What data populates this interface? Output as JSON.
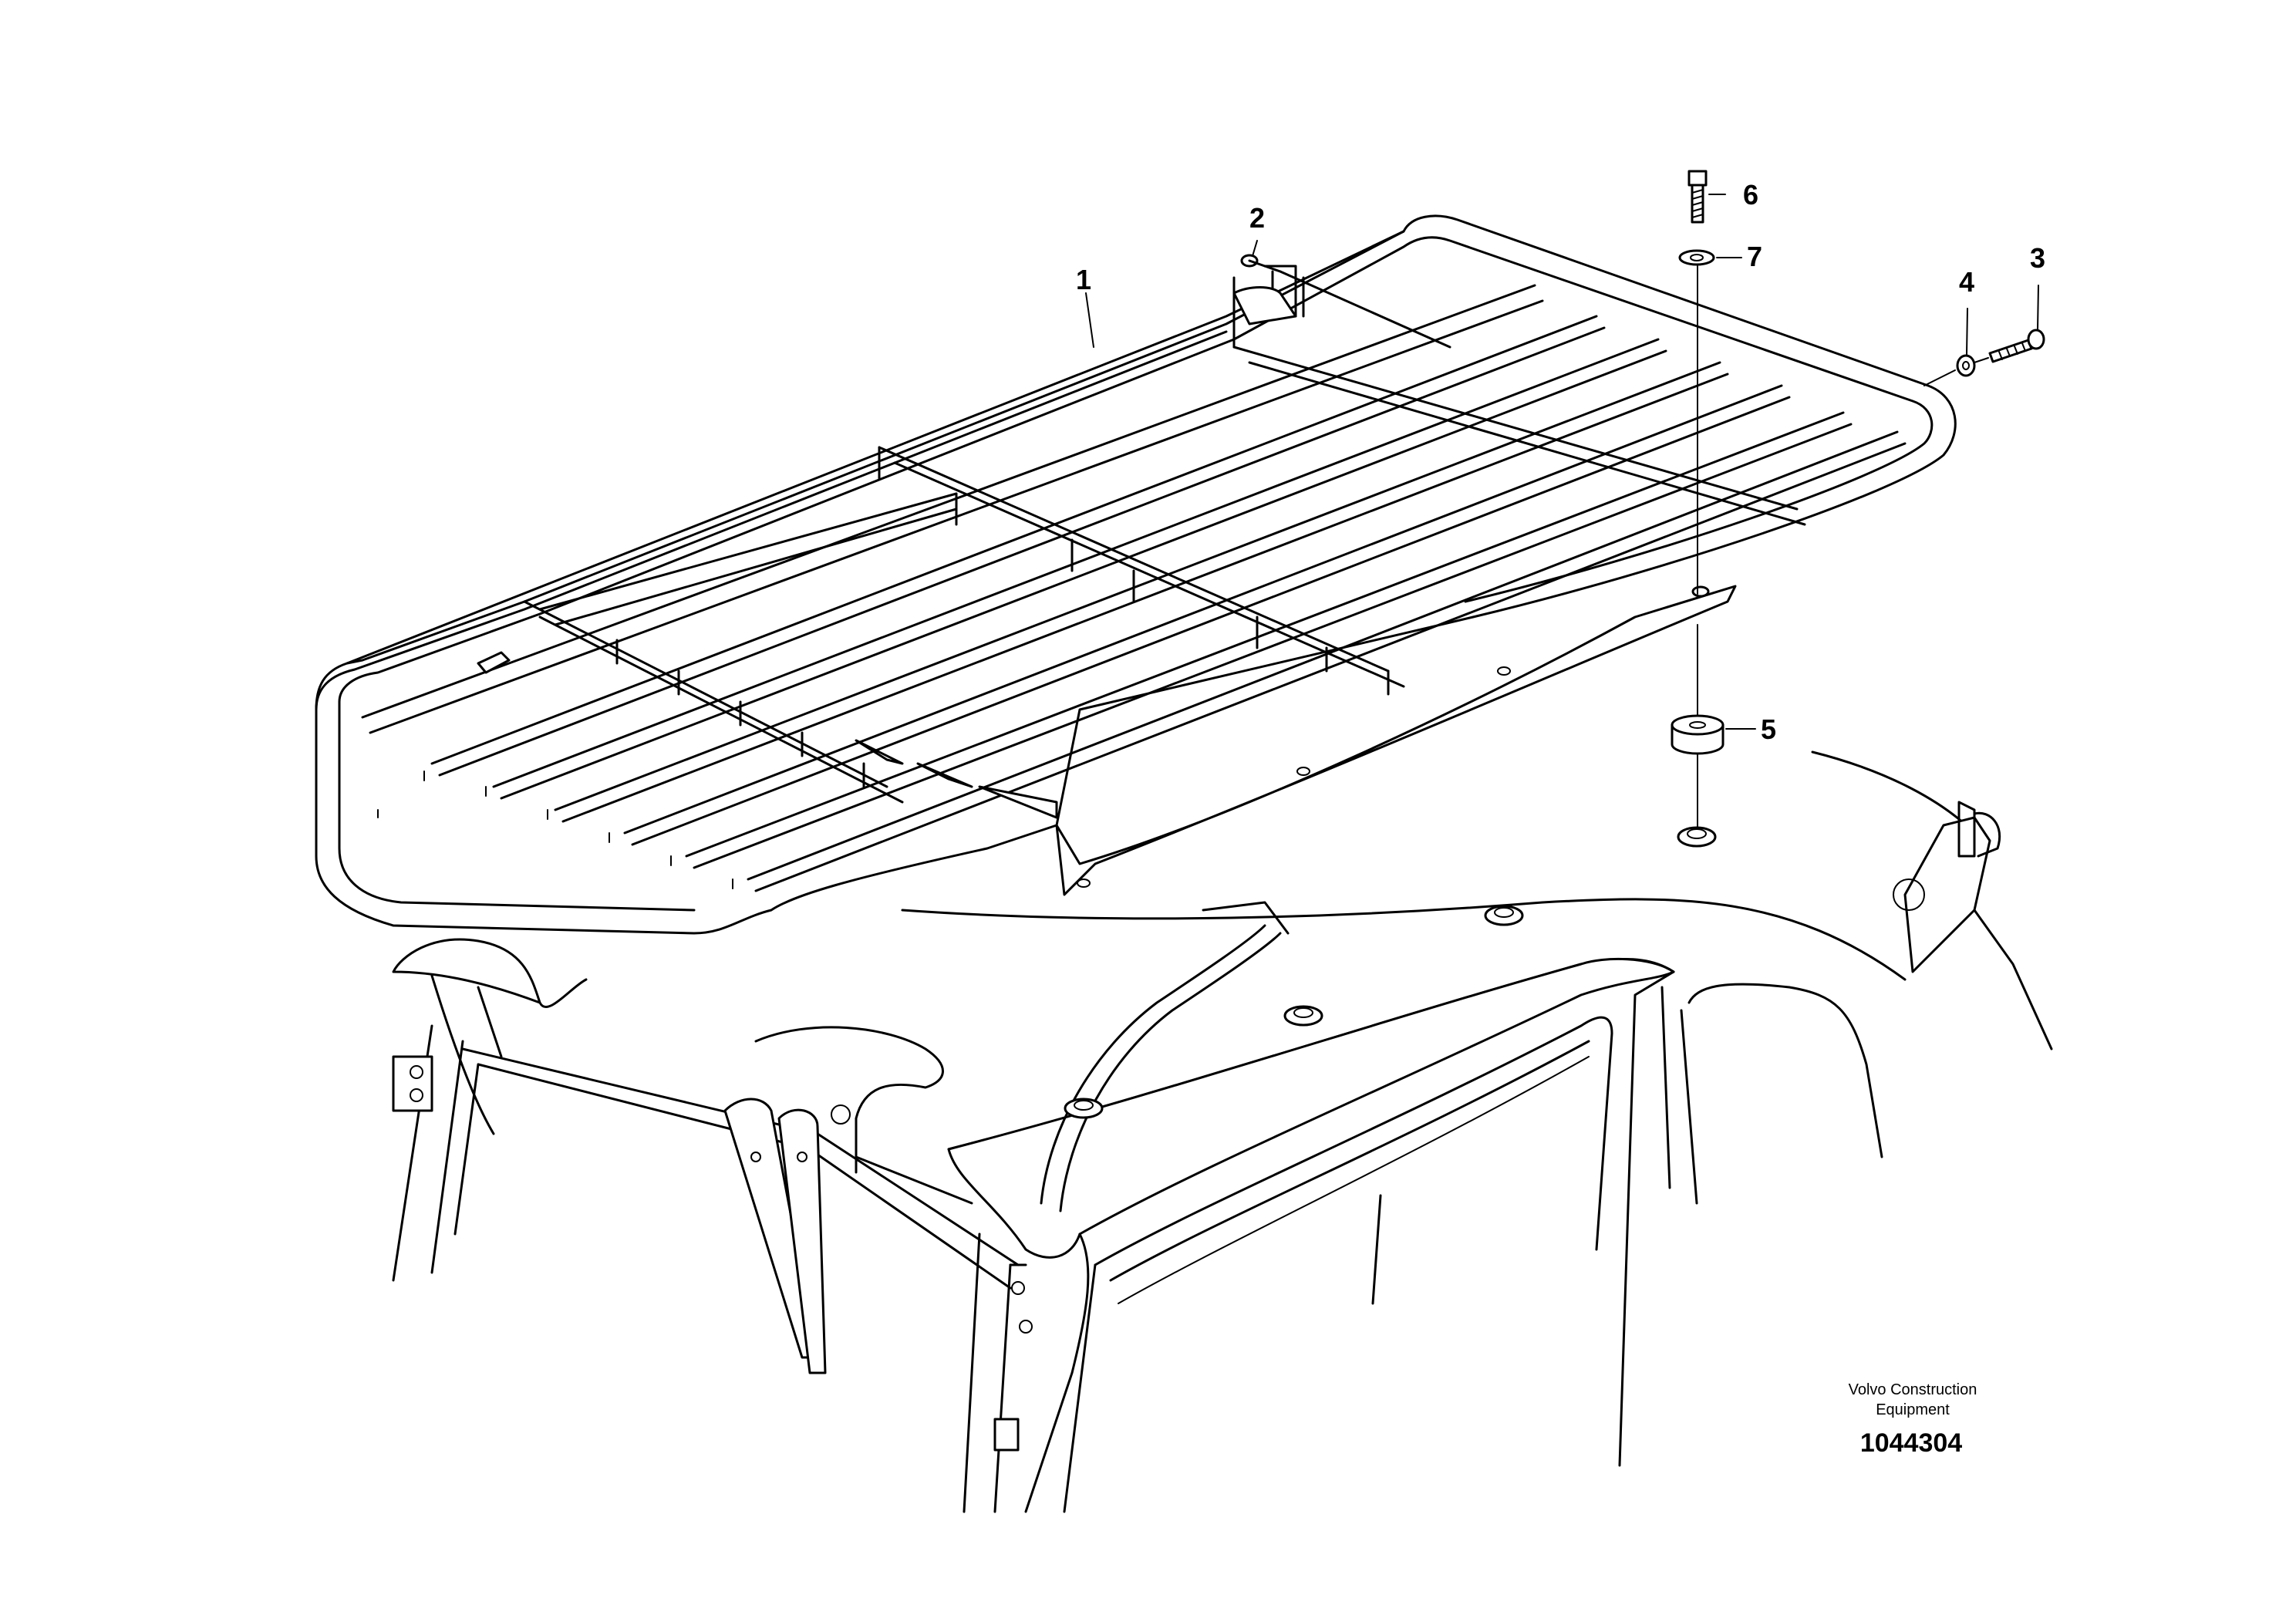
{
  "callouts": [
    {
      "id": "callout-1",
      "label": "1"
    },
    {
      "id": "callout-2",
      "label": "2"
    },
    {
      "id": "callout-3",
      "label": "3"
    },
    {
      "id": "callout-4",
      "label": "4"
    },
    {
      "id": "callout-5",
      "label": "5"
    },
    {
      "id": "callout-6",
      "label": "6"
    },
    {
      "id": "callout-7",
      "label": "7"
    }
  ],
  "title_block": {
    "maker_line1": "Volvo Construction",
    "maker_line2": "Equipment",
    "drawing_number": "1044304"
  }
}
